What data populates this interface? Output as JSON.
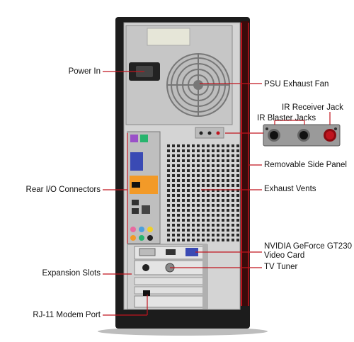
{
  "labels": {
    "power_in": "Power In",
    "rear_io": "Rear I/O Connectors",
    "expansion_slots": "Expansion Slots",
    "rj11": "RJ-11 Modem Port",
    "psu_fan": "PSU Exhaust Fan",
    "ir_receiver": "IR Receiver Jack",
    "ir_blaster": "IR Blaster Jacks",
    "side_panel": "Removable Side Panel",
    "exhaust_vents": "Exhaust Vents",
    "video_card_line1": "NVIDIA GeForce GT230",
    "video_card_line2": "Video Card",
    "tv_tuner": "TV Tuner"
  },
  "colors": {
    "callout_line": "#c0141e",
    "case_body": "#1c1c1c",
    "psu": "#c8c8c8",
    "chassis": "#d6d6d6"
  }
}
